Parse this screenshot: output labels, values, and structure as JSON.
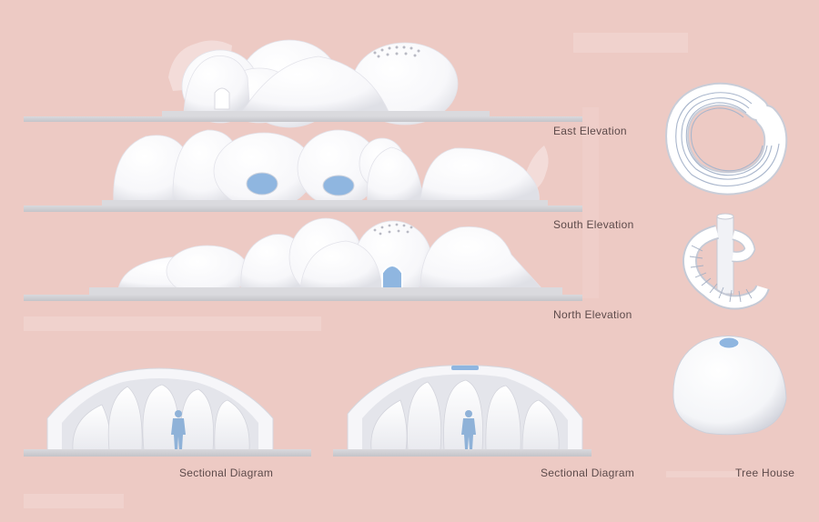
{
  "labels": {
    "east": "East Elevation",
    "south": "South Elevation",
    "north": "North Elevation",
    "section_left": "Sectional Diagram",
    "section_right": "Sectional Diagram",
    "tree_house": "Tree House"
  },
  "colors": {
    "background": "#edcac4",
    "ground": "#cfcfd3",
    "dome": "#ffffff",
    "dome_shade": "#e6e7ec",
    "window": "#8fb6e0",
    "figure": "#8fb2d8",
    "label_text": "#5d4a4a"
  }
}
